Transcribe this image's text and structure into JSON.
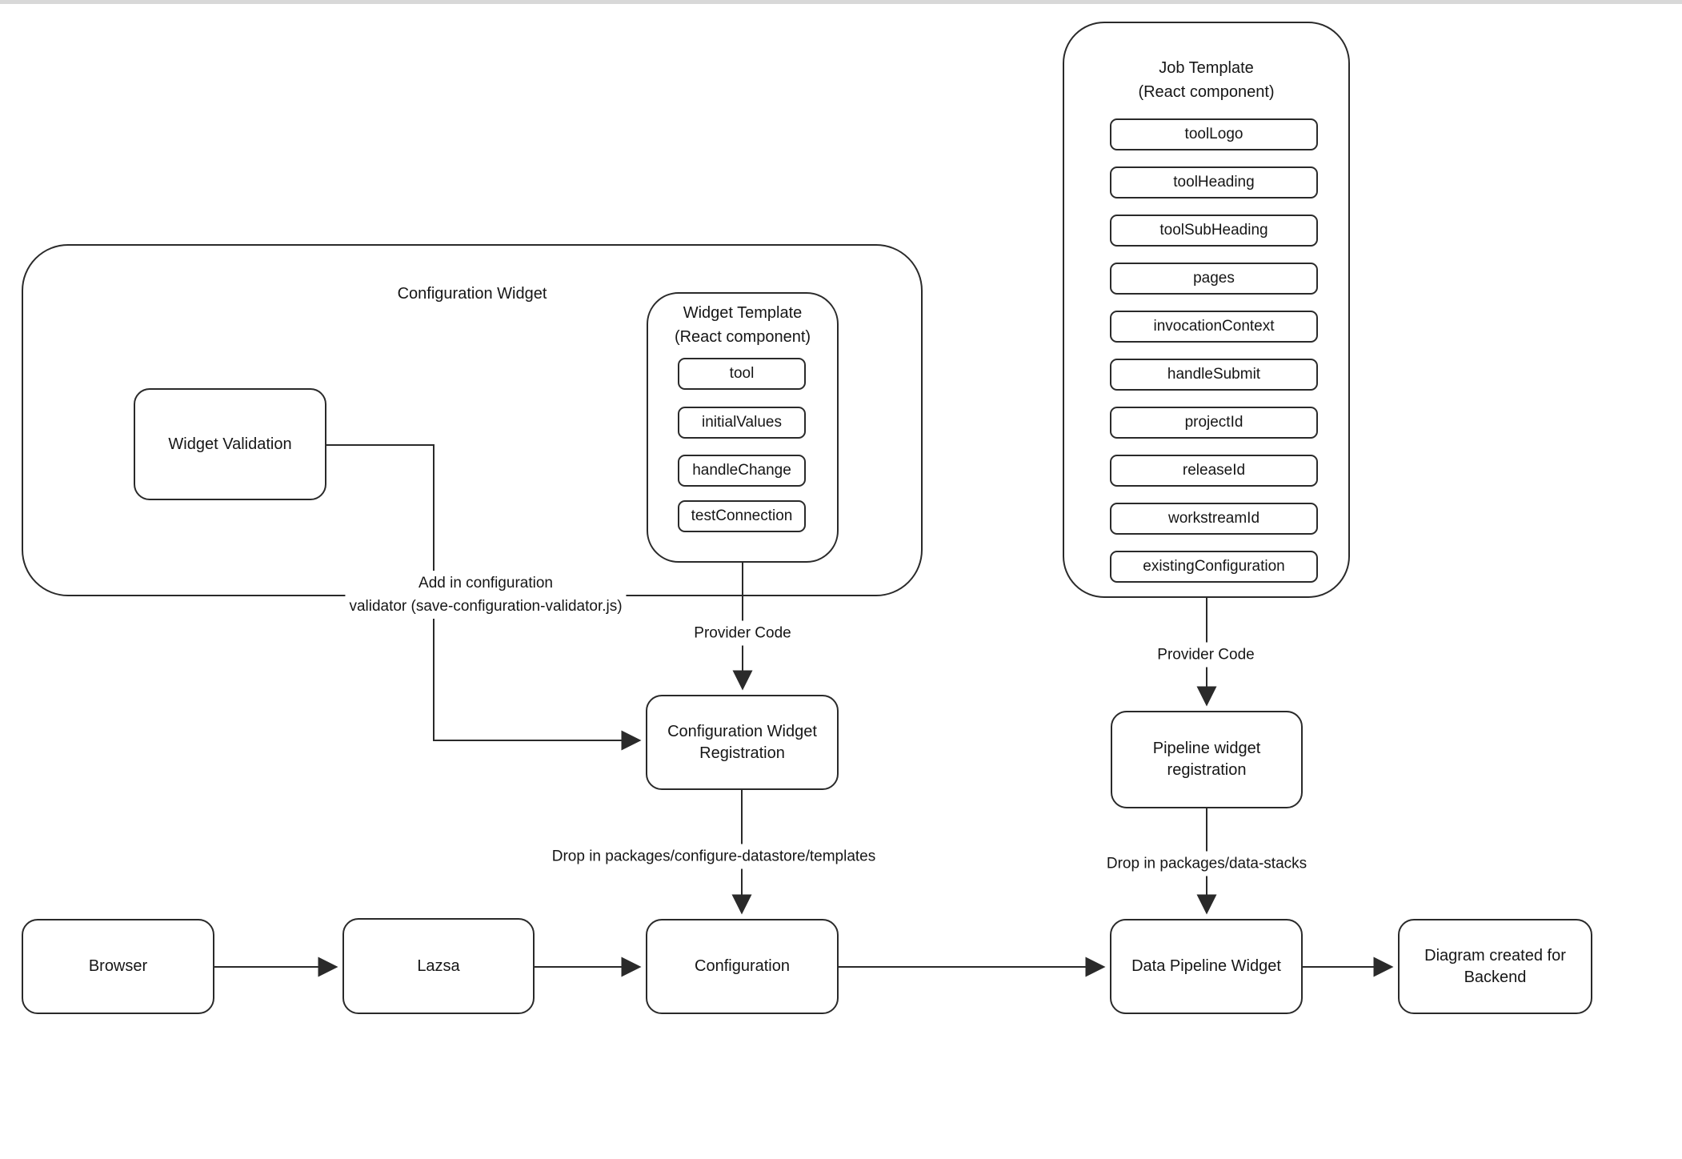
{
  "diagram": {
    "containers": {
      "configuration_widget": {
        "title": "Configuration Widget"
      },
      "widget_template": {
        "title": "Widget Template",
        "subtitle": "(React component)",
        "items": [
          "tool",
          "initialValues",
          "handleChange",
          "testConnection"
        ]
      },
      "job_template": {
        "title": "Job Template",
        "subtitle": "(React component)",
        "items": [
          "toolLogo",
          "toolHeading",
          "toolSubHeading",
          "pages",
          "invocationContext",
          "handleSubmit",
          "projectId",
          "releaseId",
          "workstreamId",
          "existingConfiguration"
        ]
      }
    },
    "nodes": {
      "widget_validation": "Widget Validation",
      "config_widget_registration": "Configuration Widget Registration",
      "pipeline_registration": "Pipeline widget registration",
      "browser": "Browser",
      "lazsa": "Lazsa",
      "configuration": "Configuration",
      "data_pipeline_widget": "Data Pipeline Widget",
      "diagram_backend": "Diagram created for Backend"
    },
    "edge_labels": {
      "provider_code_left": "Provider Code",
      "provider_code_right": "Provider Code",
      "add_validator_line1": "Add in configuration",
      "add_validator_line2": "validator (save-configuration-validator.js)",
      "drop_templates": "Drop in packages/configure-datastore/templates",
      "drop_data_stacks": "Drop in packages/data-stacks"
    },
    "colors": {
      "stroke": "#2a2a2a",
      "background": "#ffffff",
      "chrome_strip": "#d8d8d8"
    }
  }
}
